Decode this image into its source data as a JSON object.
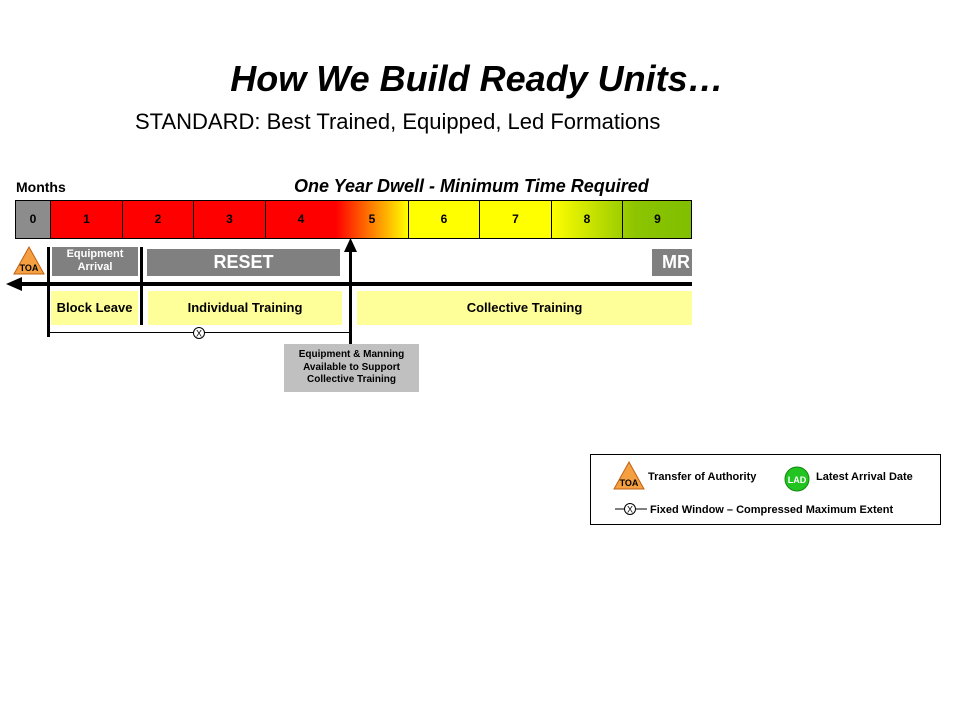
{
  "header": {
    "title": "How We Build Ready Units…",
    "subtitle": "STANDARD: Best Trained, Equipped, Led Formations"
  },
  "timeline": {
    "months_label": "Months",
    "dwell_label": "One Year Dwell - Minimum Time Required",
    "months": [
      "0",
      "1",
      "2",
      "3",
      "4",
      "5",
      "6",
      "7",
      "8",
      "9"
    ]
  },
  "phases": {
    "toa_badge": "TOA",
    "equipment_arrival": [
      "Equipment",
      "Arrival"
    ],
    "reset": "RESET",
    "mr_partial": "MR",
    "block_leave": "Block Leave",
    "individual_training": "Individual Training",
    "collective_training": "Collective Training",
    "fixed_marker": "X"
  },
  "note": {
    "lines": [
      "Equipment & Manning",
      "Available to Support",
      "Collective Training"
    ]
  },
  "legend": {
    "toa_badge": "TOA",
    "toa_text": "Transfer of Authority",
    "lad_badge": "LAD",
    "lad_text": "Latest Arrival Date",
    "fixed_marker": "X",
    "fixed_text": "Fixed Window – Compressed Maximum Extent"
  },
  "colors": {
    "red": "#ff0000",
    "yellow": "#ffff00",
    "green": "#7fbf00",
    "gray": "#808080",
    "light_yellow": "#ffff99",
    "toa_orange": "#f5a040",
    "lad_green": "#22c422"
  }
}
